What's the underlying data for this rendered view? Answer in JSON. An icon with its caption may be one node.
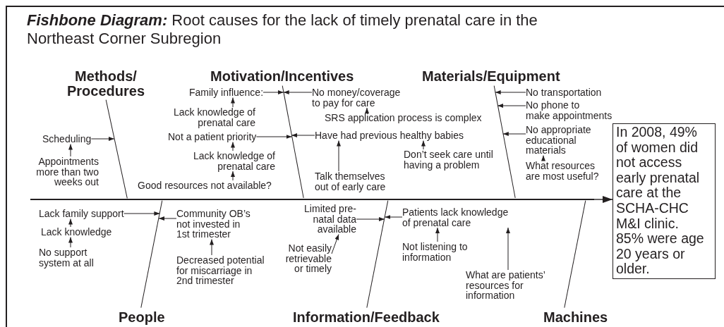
{
  "diagram": {
    "title": "**Fishbone Diagram:** Root causes for the lack of timely prenatal care in the Northeast Corner Subregion",
    "nodes": [
      {
        "text": [],
        "shape": "line",
        "beside": [
          "Methods/ Procedures"
        ]
      },
      {
        "text": [],
        "shape": "line",
        "beside": [
          "Motivation/Incentives"
        ]
      },
      {
        "text": [],
        "shape": "line",
        "beside": [
          "Materials/Equipment"
        ]
      },
      {
        "text": [],
        "shape": "line",
        "beside": [
          "People"
        ]
      },
      {
        "text": [],
        "shape": "line",
        "beside": [
          "Information/Feedback"
        ]
      },
      {
        "text": [],
        "shape": "line",
        "beside": [
          "Machines"
        ]
      },
      {
        "text": [],
        "shape": "line"
      },
      {
        "text": [
          "In 2008, 49% of women did not access early prenatal care at the SCHA-CHC M&I clinic. 85% were age 20 years or older."
        ]
      },
      {
        "text": [
          "Scheduling"
        ]
      },
      {
        "text": [
          "Appointments more than two weeks out"
        ]
      },
      {
        "text": [
          "Family influence:"
        ]
      },
      {
        "text": [
          "Lack knowledge of prenatal care"
        ]
      },
      {
        "text": [
          "No money/coverage to pay for care"
        ]
      },
      {
        "text": [
          "SRS application process is complex"
        ]
      },
      {
        "text": [
          "Not a patient priority"
        ]
      },
      {
        "text": [
          "Have had previous healthy babies"
        ]
      },
      {
        "text": [
          "Lack knowledge of prenatal care"
        ]
      },
      {
        "text": [
          "Good resources not available?"
        ]
      },
      {
        "text": [
          "Don’t seek care until having a problem"
        ]
      },
      {
        "text": [
          "Talk themselves out of early care"
        ]
      },
      {
        "text": [
          "No transportation"
        ]
      },
      {
        "text": [
          "No phone to make appointments"
        ]
      },
      {
        "text": [
          "No appropriate educational materials"
        ]
      },
      {
        "text": [
          "What resources are most useful?"
        ]
      },
      {
        "text": [
          "Lack family support"
        ]
      },
      {
        "text": [
          "Lack knowledge"
        ]
      },
      {
        "text": [
          "No support system at all"
        ]
      },
      {
        "text": [
          "Community OB’s not invested in 1st trimester"
        ]
      },
      {
        "text": [
          "Decreased potential for miscarriage in 2nd trimester"
        ]
      },
      {
        "text": [
          "Limited pre-natal data available"
        ]
      },
      {
        "text": [
          "Not easily retrievable or timely"
        ]
      },
      {
        "text": [
          "Patients lack knowledge of prenatal care"
        ]
      },
      {
        "text": [
          "Not listening to information"
        ]
      },
      {
        "text": [
          "What are patients’ resources for information"
        ]
      }
    ],
    "edges": [
      {
        "from": 6,
        "to": 7,
        "arrow": "to"
      },
      {
        "from": 8,
        "to": 0,
        "arrow": "to"
      },
      {
        "from": 9,
        "to": 8,
        "arrow": "to"
      },
      {
        "from": 10,
        "to": 1,
        "arrow": "to"
      },
      {
        "from": 11,
        "to": 10,
        "arrow": "to"
      },
      {
        "from": 12,
        "to": 1,
        "arrow": "to"
      },
      {
        "from": 13,
        "to": 12,
        "arrow": "to"
      },
      {
        "from": 14,
        "to": 1,
        "arrow": "to"
      },
      {
        "from": 15,
        "to": 1,
        "arrow": "to"
      },
      {
        "from": 16,
        "to": 14,
        "arrow": "to"
      },
      {
        "from": 17,
        "to": 16,
        "arrow": "to"
      },
      {
        "from": 18,
        "to": 15,
        "arrow": "to"
      },
      {
        "from": 19,
        "to": 15,
        "arrow": "to"
      },
      {
        "from": 20,
        "to": 2,
        "arrow": "to"
      },
      {
        "from": 21,
        "to": 2,
        "arrow": "to"
      },
      {
        "from": 22,
        "to": 2,
        "arrow": "to"
      },
      {
        "from": 23,
        "to": 22,
        "arrow": "to"
      },
      {
        "from": 24,
        "to": 3,
        "arrow": "to"
      },
      {
        "from": 25,
        "to": 24,
        "arrow": "to"
      },
      {
        "from": 26,
        "to": 25,
        "arrow": "to"
      },
      {
        "from": 27,
        "to": 3,
        "arrow": "to"
      },
      {
        "from": 28,
        "to": 27,
        "arrow": "to"
      },
      {
        "from": 29,
        "to": 4,
        "arrow": "to"
      },
      {
        "from": 30,
        "to": 29,
        "arrow": "to"
      },
      {
        "from": 31,
        "to": 4,
        "arrow": "to"
      },
      {
        "from": 32,
        "to": 31,
        "arrow": "to"
      },
      {
        "from": 33,
        "to": 31,
        "arrow": "to"
      }
    ]
  }
}
